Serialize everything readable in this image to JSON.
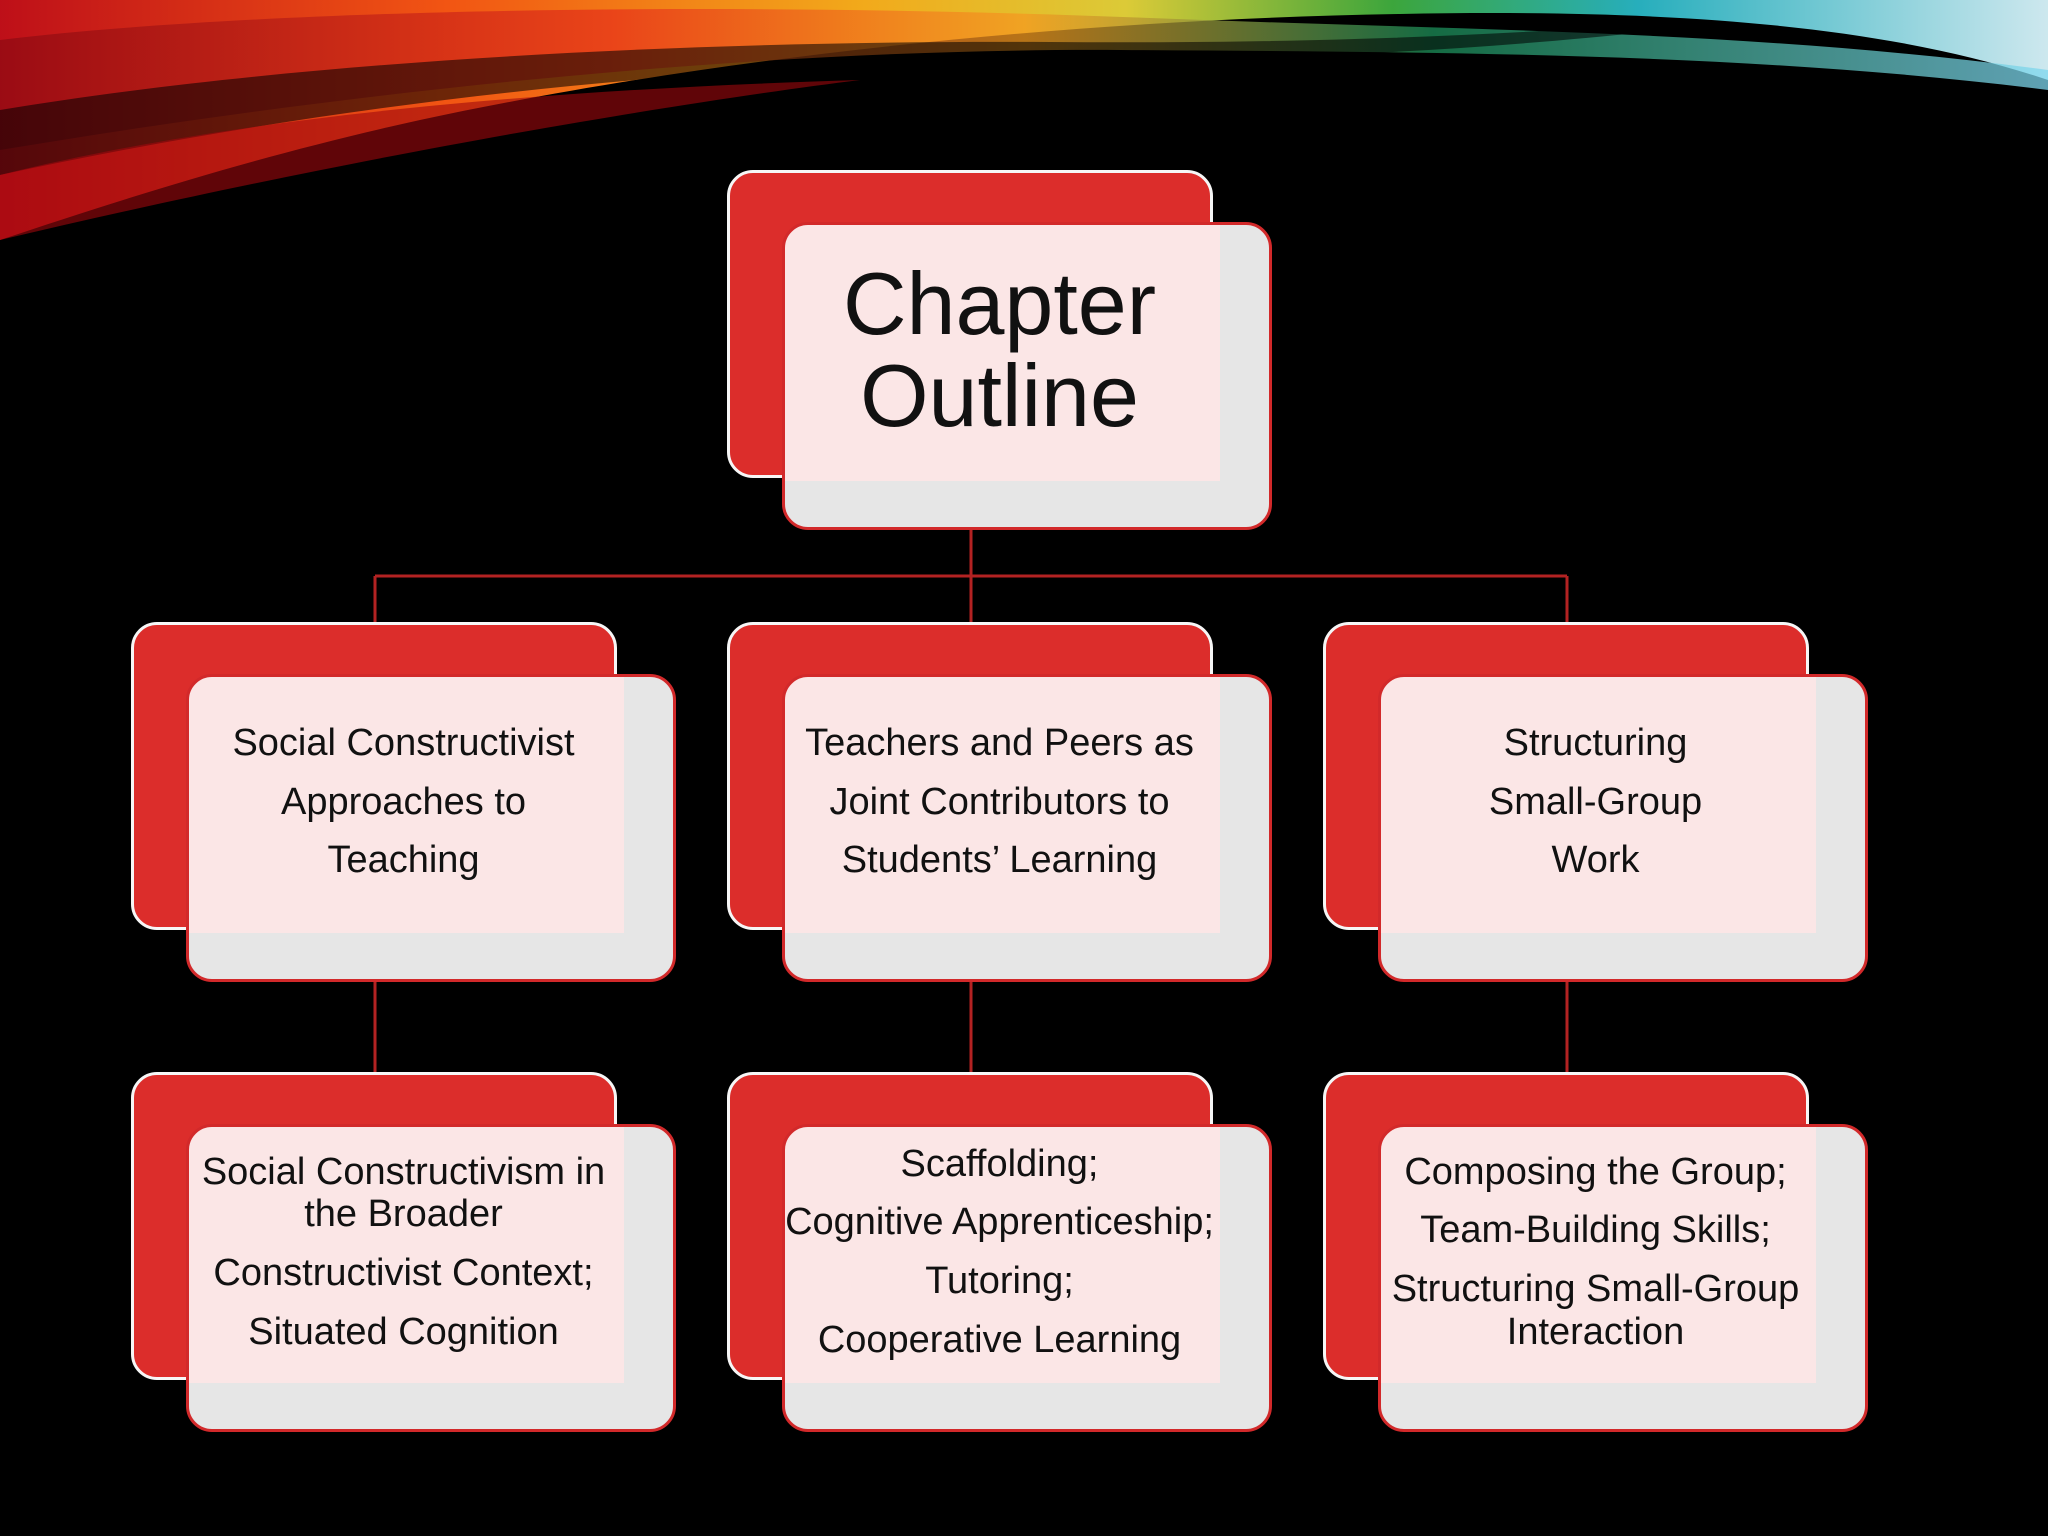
{
  "colors": {
    "background": "#000000",
    "box_back": "#dc2d2b",
    "box_front": "#fbe6e6",
    "box_shadow": "#e6e6e6",
    "connector": "#b32222"
  },
  "diagram": {
    "root": {
      "lines": [
        "Chapter",
        "Outline"
      ]
    },
    "topics": [
      {
        "lines": [
          "Social Constructivist",
          "Approaches to",
          "Teaching"
        ],
        "details": [
          "Social Constructivism in the Broader",
          "Constructivist Context;",
          "Situated Cognition"
        ]
      },
      {
        "lines": [
          "Teachers and Peers as",
          "Joint Contributors to",
          "Students’ Learning"
        ],
        "details": [
          "Scaffolding;",
          "Cognitive Apprenticeship;",
          "Tutoring;",
          "Cooperative Learning"
        ]
      },
      {
        "lines": [
          "Structuring",
          "Small-Group",
          "Work"
        ],
        "details": [
          "Composing the Group;",
          "Team-Building Skills;",
          "Structuring Small-Group Interaction"
        ]
      }
    ]
  }
}
